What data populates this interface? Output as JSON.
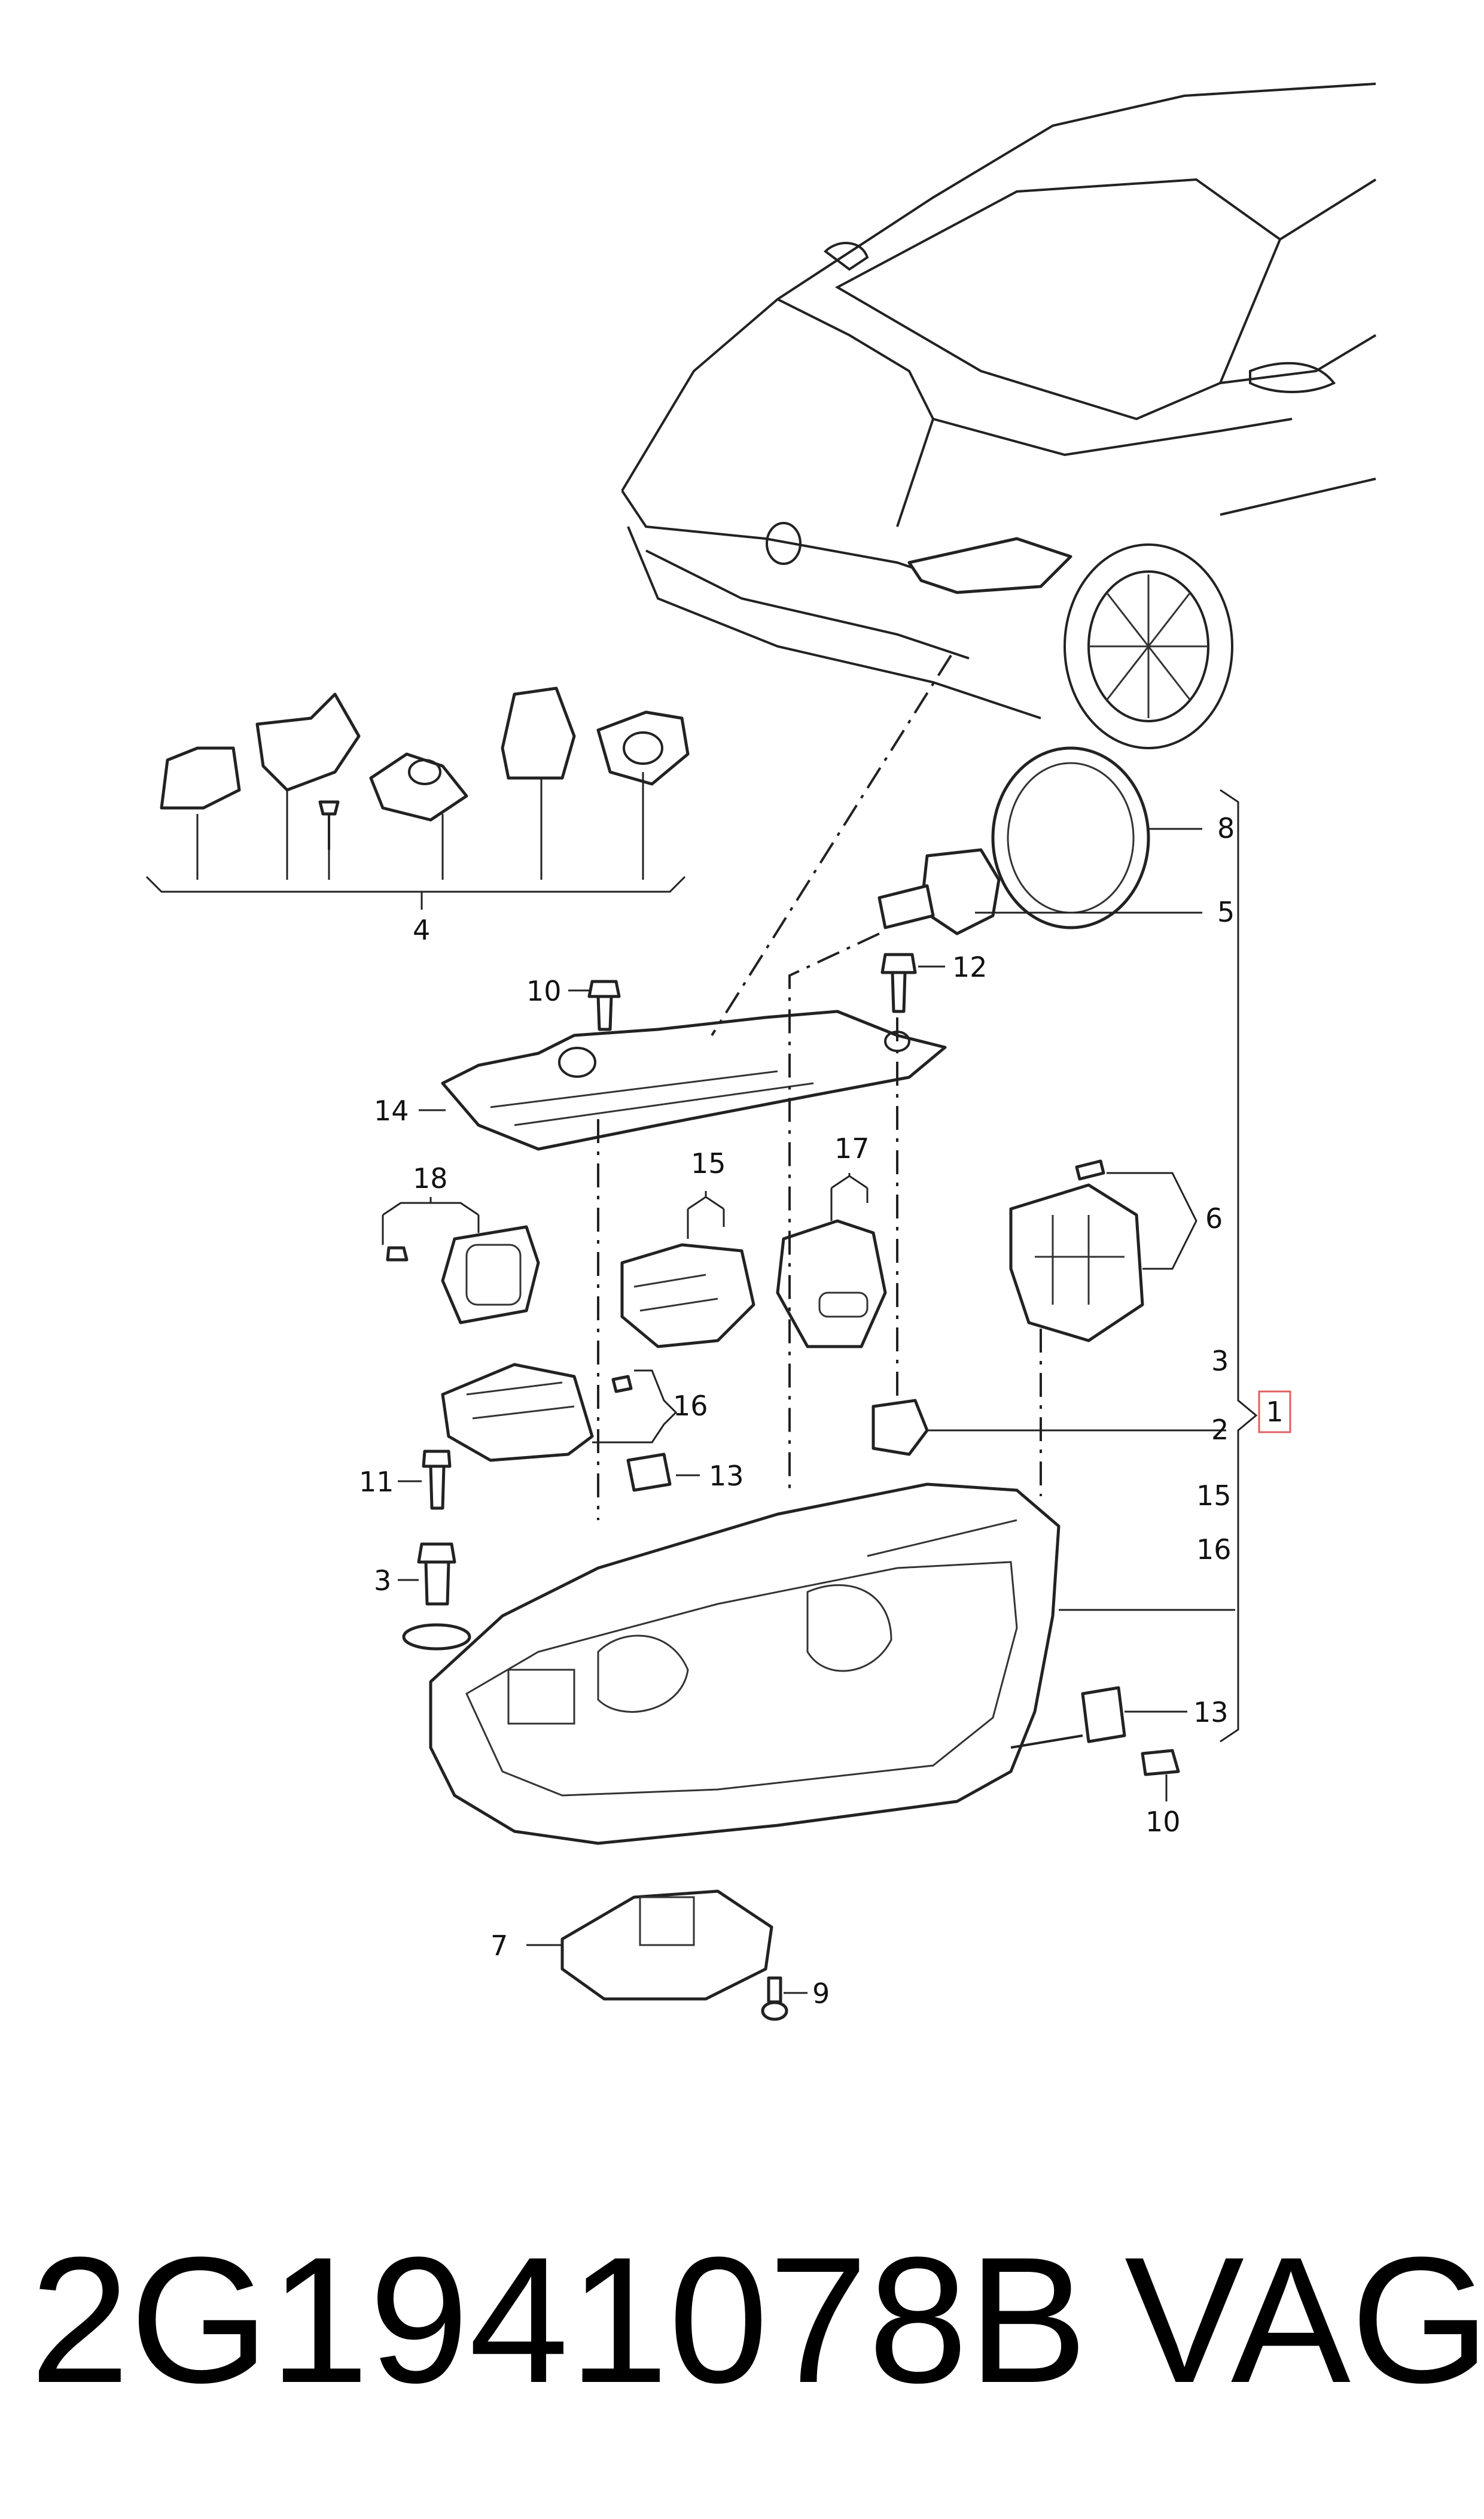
{
  "callouts": {
    "c1": "1",
    "c2": "2",
    "c3_group": "3",
    "c3_part": "3",
    "c4": "4",
    "c5": "5",
    "c6": "6",
    "c7": "7",
    "c8": "8",
    "c9": "9",
    "c10_top": "10",
    "c10_bottom": "10",
    "c11": "11",
    "c12": "12",
    "c13_top": "13",
    "c13_bottom": "13",
    "c14": "14",
    "c15_top": "15",
    "c15_group": "15",
    "c16_top": "16",
    "c16_group": "16",
    "c17": "17",
    "c18": "18"
  },
  "footer": {
    "part_number": "2G1941078B",
    "brand": "VAG"
  },
  "colors": {
    "line": "#222222",
    "highlight_box": "#e06060"
  }
}
